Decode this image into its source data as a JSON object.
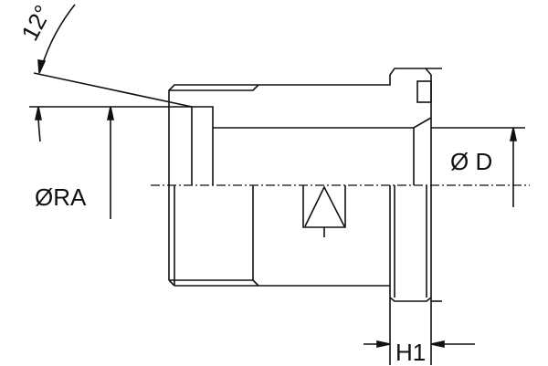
{
  "drawing": {
    "line_color": "#111111",
    "background": "#ffffff",
    "dimensions": {
      "angle": "12°",
      "thread_diameter": "ØRA",
      "diameter": "Ø D",
      "height": "H1"
    },
    "symbol": "triangle-in-box"
  }
}
